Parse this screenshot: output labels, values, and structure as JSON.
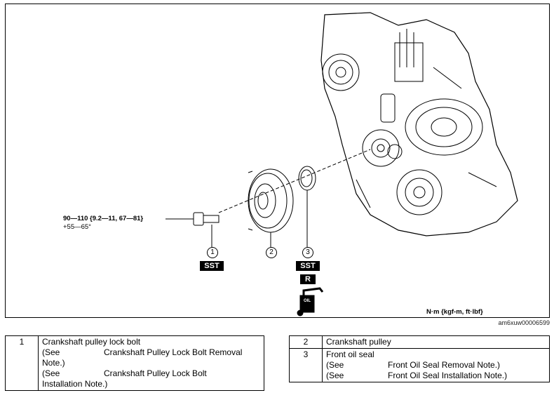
{
  "figure": {
    "torque_line1": "90—110 {9.2—11, 67—81}",
    "torque_line2": "+55—65°",
    "callouts": [
      "1",
      "2",
      "3"
    ],
    "sst_label": "SST",
    "replace_label": "R",
    "oil_label": "OIL",
    "units": "N·m {kgf-m, ft·lbf}",
    "figure_id": "am6xuw00006599"
  },
  "parts_left": [
    {
      "num": "1",
      "name": "Crankshaft pulley lock bolt",
      "ref1_prefix": "(See",
      "ref1_text": "Crankshaft Pulley Lock Bolt Removal",
      "ref1_cont": "Note.)",
      "ref2_prefix": "(See",
      "ref2_text": "Crankshaft Pulley Lock Bolt",
      "ref2_cont": "Installation Note.)"
    }
  ],
  "parts_right": [
    {
      "num": "2",
      "name": "Crankshaft pulley"
    },
    {
      "num": "3",
      "name": "Front oil seal",
      "ref1_prefix": "(See",
      "ref1_text": "Front Oil Seal Removal Note.)",
      "ref2_prefix": "(See",
      "ref2_text": "Front Oil Seal Installation Note.)"
    }
  ]
}
